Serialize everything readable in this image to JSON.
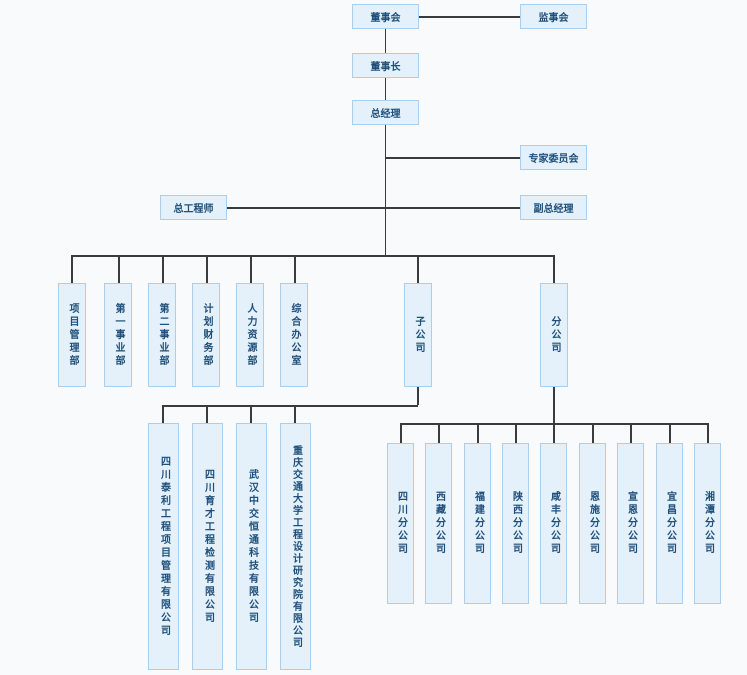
{
  "diagram": {
    "top": {
      "board": "董事会",
      "supervisory_board": "监事会",
      "chairman": "董事长",
      "general_manager": "总经理",
      "expert_committee": "专家委员会",
      "chief_engineer": "总工程师",
      "deputy_general_manager": "副总经理"
    },
    "departments": [
      "项目管理部",
      "第一事业部",
      "第二事业部",
      "计划财务部",
      "人力资源部",
      "综合办公室"
    ],
    "subsidiary": "子公司",
    "branch": "分公司",
    "subsidiaries": [
      "四川泰利工程项目管理有限公司",
      "四川育才工程检测有限公司",
      "武汉中交恒通科技有限公司",
      "重庆交通大学工程设计研究院有限公司"
    ],
    "branches": [
      "四川分公司",
      "西藏分公司",
      "福建分公司",
      "陕西分公司",
      "咸丰分公司",
      "恩施分公司",
      "宣恩分公司",
      "宜昌分公司",
      "湘潭分公司"
    ]
  }
}
